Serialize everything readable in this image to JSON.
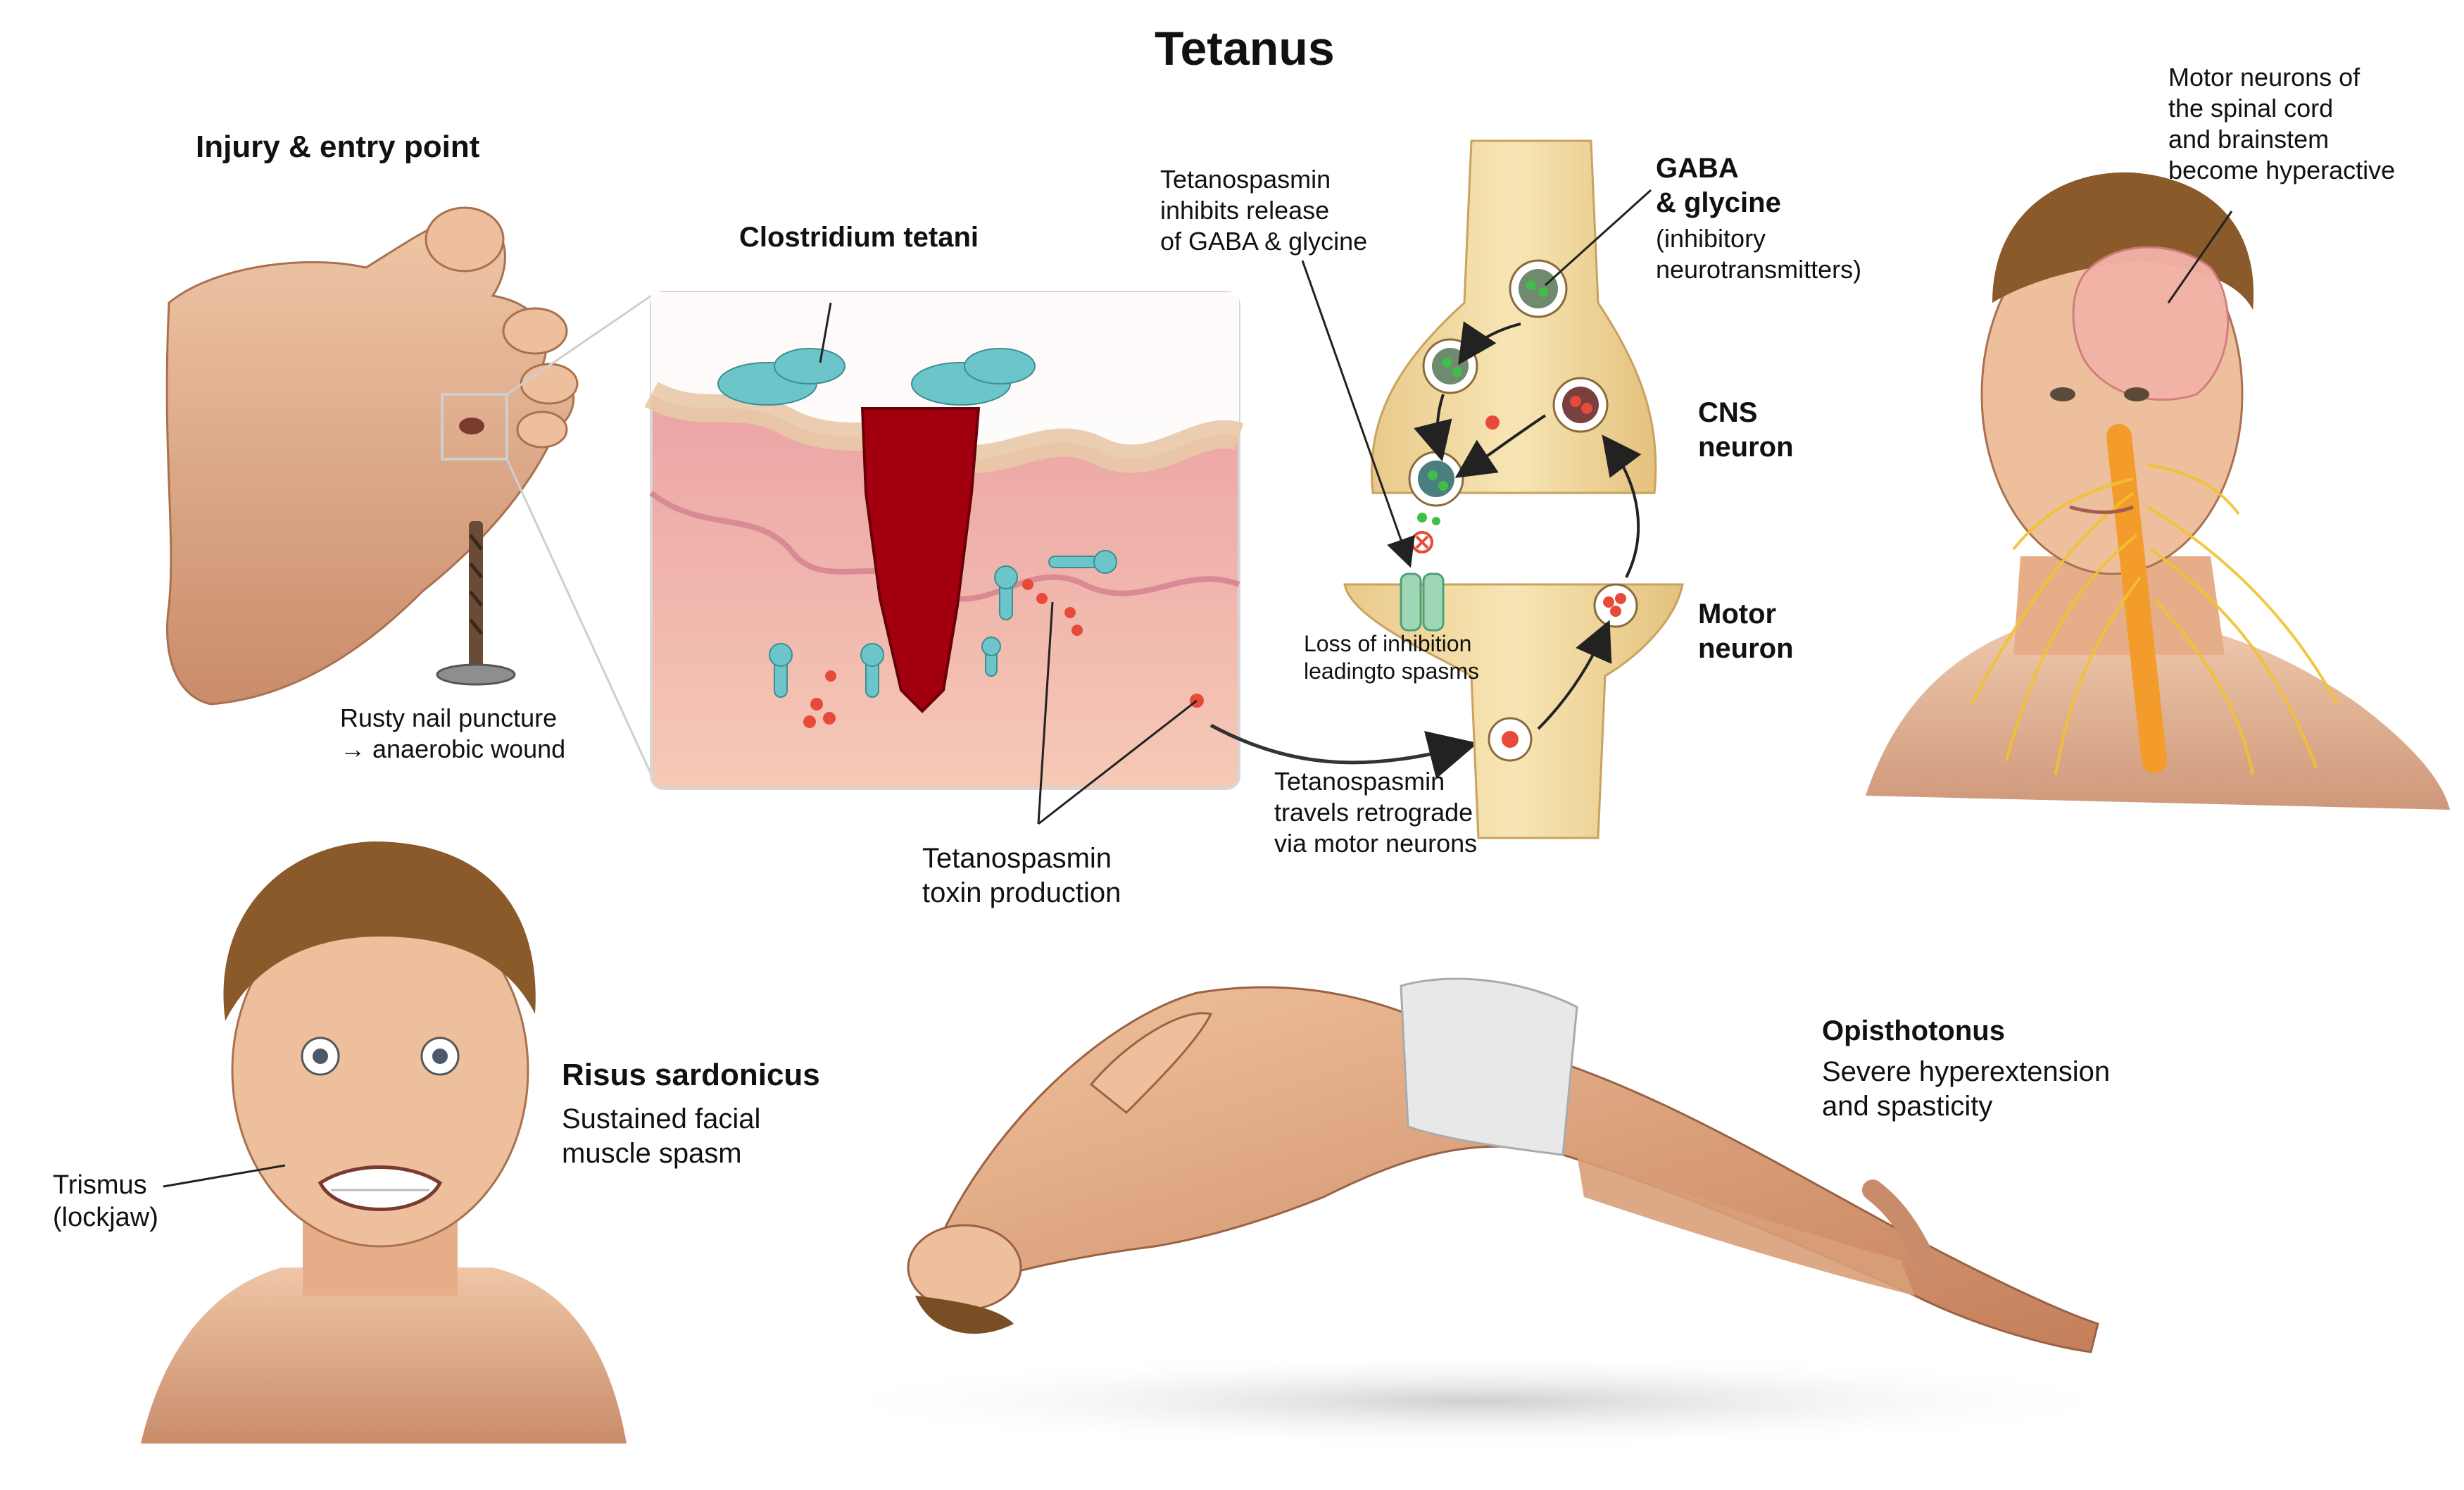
{
  "title": "Tetanus",
  "injury": {
    "heading": "Injury & entry point",
    "nail_caption": "Rusty nail puncture\n→ anaerobic wound"
  },
  "bacteria": {
    "label": "Clostridium tetani",
    "toxin_caption": "Tetanospasmin\ntoxin production"
  },
  "synapse": {
    "inhibits_note": "Tetanospasmin\ninhibits release\nof GABA & glycine",
    "gaba_title": "GABA\n& glycine",
    "gaba_sub": "(inhibitory\nneurotransmitters)",
    "cns_label": "CNS\nneuron",
    "motor_label": "Motor\nneuron",
    "loss_caption": "Loss of inhibition\nleadingto spasms",
    "retrograde_caption": "Tetanospasmin\ntravels retrograde\nvia motor neurons"
  },
  "spinal": {
    "caption": "Motor neurons of\nthe spinal cord\nand brainstem\nbecome hyperactive"
  },
  "face": {
    "title": "Risus sardonicus",
    "subtitle": "Sustained facial\nmuscle spasm",
    "trismus": "Trismus\n(lockjaw)"
  },
  "opisthotonus": {
    "title": "Opisthotonus",
    "subtitle": "Severe hyperextension\nand spasticity"
  },
  "colors": {
    "skin": "#e8b594",
    "skin_shadow": "#c98c6b",
    "blood": "#a3000f",
    "bacteria": "#6cc6c9",
    "neuron": "#f2dca0",
    "gaba": "#3fbf4a",
    "toxin": "#e84a3a",
    "nerve": "#f2c230",
    "hair": "#8a5a2a"
  }
}
